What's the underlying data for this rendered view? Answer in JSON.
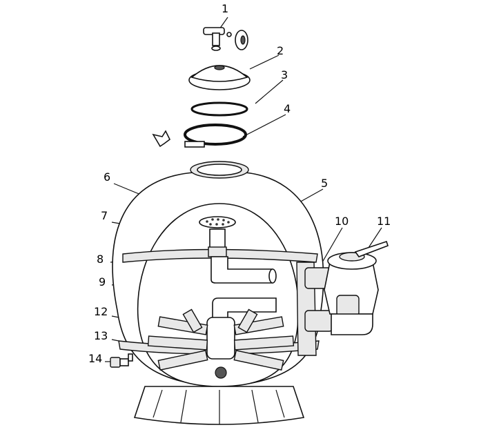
{
  "diagram": {
    "title": "Side-mount sand filter exploded view",
    "part_labels": [
      "1",
      "2",
      "3",
      "4",
      "5",
      "6",
      "7",
      "8",
      "9",
      "10",
      "11",
      "12",
      "13",
      "14"
    ]
  }
}
